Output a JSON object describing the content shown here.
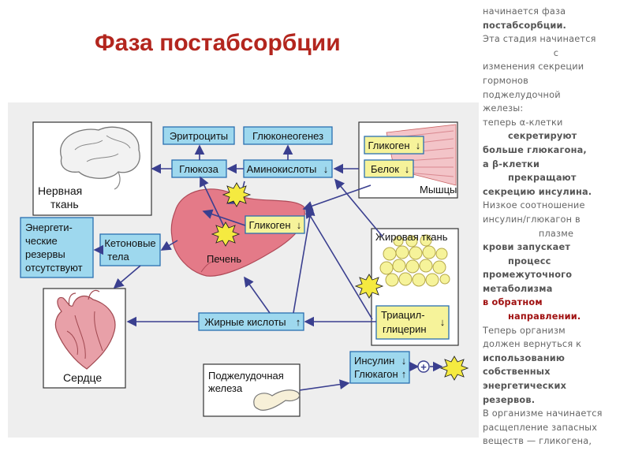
{
  "title": "Фаза постабсорбции",
  "diagram": {
    "erythrocytes": "Эритроциты",
    "gluconeogenesis": "Глюконеогенез",
    "glucose": "Глюкоза",
    "amino_acids": "Аминокислоты",
    "glycogen_muscle": "Гликоген",
    "protein": "Белок",
    "muscles": "Мышцы",
    "nervous_tissue_1": "Нервная",
    "nervous_tissue_2": "ткань",
    "liver_glycogen": "Гликоген",
    "liver": "Печень",
    "energy_1": "Энергети-",
    "energy_2": "ческие",
    "energy_3": "резервы",
    "energy_4": "отсутствуют",
    "ketone_1": "Кетоновые",
    "ketone_2": "тела",
    "adipose": "Жировая ткань",
    "tag_1": "Триацил-",
    "tag_2": "глицерин",
    "fatty_acids": "Жирные кислоты",
    "heart": "Сердце",
    "pancreas_1": "Поджелудочная",
    "pancreas_2": "железа",
    "insulin": "Инсулин",
    "glucagon": "Глюкагон",
    "down_arrow": "↓",
    "up_arrow": "↑",
    "plus": "+"
  },
  "sidebar": {
    "line01": "начинается фаза",
    "line02": "постабсорбции.",
    "line03": "Эта стадия начинается",
    "line04": "с",
    "line05": "изменения секреции",
    "line06": "гормонов",
    "line07": "поджелудочной",
    "line08": "железы:",
    "line09": "теперь α-клетки",
    "line10": "секретируют",
    "line11": "больше глюкагона,",
    "line12": "а β-клетки",
    "line13": "прекращают",
    "line14": "секрецию инсулина.",
    "line15": "Низкое соотношение",
    "line16": "инсулин/глюкагон в",
    "line17": "плазме",
    "line18": "крови запускает",
    "line19": "процесс",
    "line20": "промежуточного",
    "line21": "метаболизма",
    "line22": "в обратном",
    "line23": "направлении.",
    "line24": "Теперь организм",
    "line25": "должен вернуться к",
    "line26": "использованию",
    "line27": "собственных",
    "line28": "энергетических",
    "line29": "резервов.",
    "line30": "В организме начинается",
    "line31": "расщепление запасных",
    "line32": "веществ — гликогена,"
  },
  "colors": {
    "title": "#b3261e",
    "box_fill": "#9ed8ee",
    "box_stroke": "#2a6fb0",
    "yellow_fill": "#f6f39a",
    "arrow": "#3a3f8f",
    "liver": "#e47a88"
  }
}
